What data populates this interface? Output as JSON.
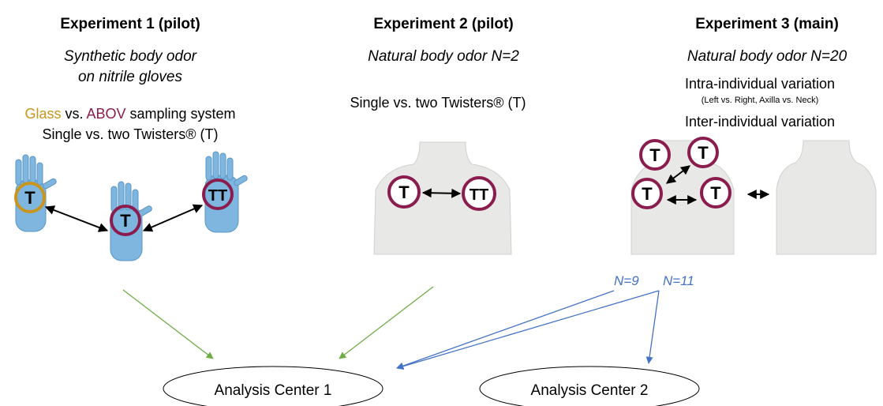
{
  "experiments": [
    {
      "title": "Experiment 1 (pilot)",
      "subtitle_line1": "Synthetic body odor",
      "subtitle_line2": "on nitrile gloves",
      "detail_glass": "Glass",
      "detail_vs": " vs. ",
      "detail_abov": "ABOV",
      "detail_rest": " sampling system",
      "detail_line2": "Single vs. two Twisters® (T)"
    },
    {
      "title": "Experiment 2 (pilot)",
      "subtitle": "Natural body odor N=2",
      "detail": "Single vs. two Twisters® (T)"
    },
    {
      "title": "Experiment 3 (main)",
      "subtitle": "Natural body odor N=20",
      "detail_line1": "Intra-individual variation",
      "detail_small": "(Left vs. Right, Axilla vs. Neck)",
      "detail_line2": "Inter-individual variation"
    }
  ],
  "twister_single": "T",
  "twister_double": "TT",
  "counts": {
    "n1": "N=9",
    "n2": "N=11"
  },
  "centers": [
    "Analysis Center 1",
    "Analysis Center 2"
  ],
  "colors": {
    "glass": "#c8961e",
    "abov": "#8b1d4e",
    "green_arrow": "#70ad47",
    "blue_arrow": "#4472c4",
    "glove": "#7fb6e0",
    "torso": "#e8e8e6"
  }
}
